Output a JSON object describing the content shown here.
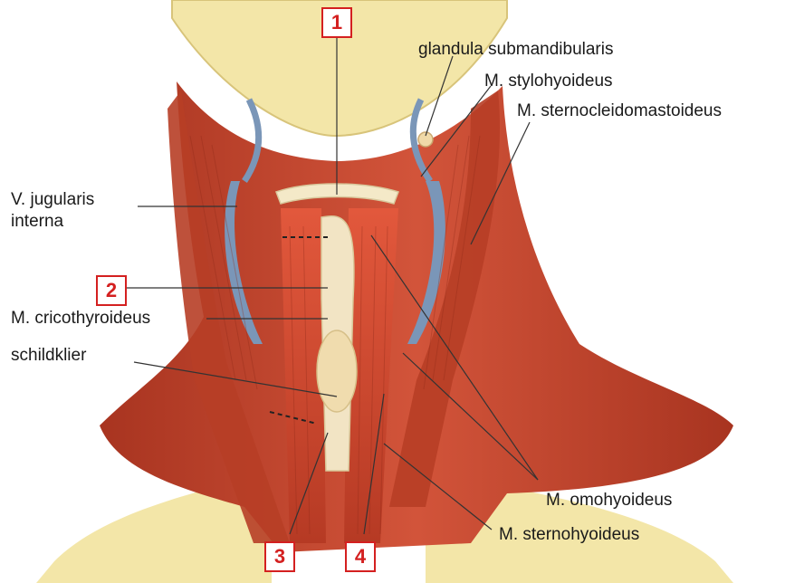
{
  "labels": {
    "glandula": "glandula submandibularis",
    "stylohyoideus": "M. stylohyoideus",
    "sternocleido": "M. sternocleidomastoideus",
    "jugularis_line1": "V. jugularis",
    "jugularis_line2": "interna",
    "cricothyroideus": "M. cricothyroideus",
    "schildklier": "schildklier",
    "omohyoideus": "M. omohyoideus",
    "sternohyoideus": "M. sternohyoideus"
  },
  "markers": [
    "1",
    "2",
    "3",
    "4"
  ],
  "colors": {
    "muscle": "#c8402a",
    "muscle_dark": "#a32e1c",
    "muscle_light": "#e07a5c",
    "skin": "#f3e6a8",
    "vein": "#6f8db0",
    "cartilage": "#f2e4c4",
    "marker": "#d42020"
  }
}
